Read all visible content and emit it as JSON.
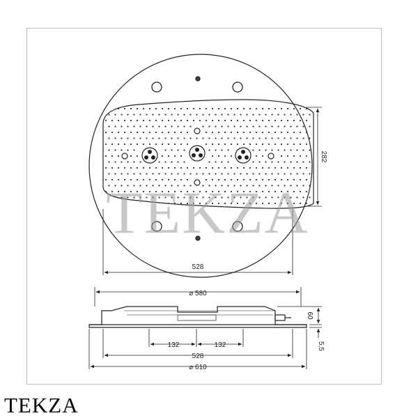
{
  "brand": {
    "caption": "TEKZA",
    "watermark": "TEKZA",
    "watermark_color": "#9a9a9a"
  },
  "top_view": {
    "dims": {
      "width_inner": "528",
      "height_spray": "282"
    }
  },
  "side_view": {
    "dims": {
      "diameter_top": "⌀ 580",
      "spacing_left": "132",
      "spacing_right": "132",
      "width_inner": "528",
      "diameter_bottom": "⌀ 610",
      "height": "60",
      "thickness": "5,5"
    }
  },
  "colors": {
    "line": "#222222",
    "frame": "#bdbdbd"
  }
}
